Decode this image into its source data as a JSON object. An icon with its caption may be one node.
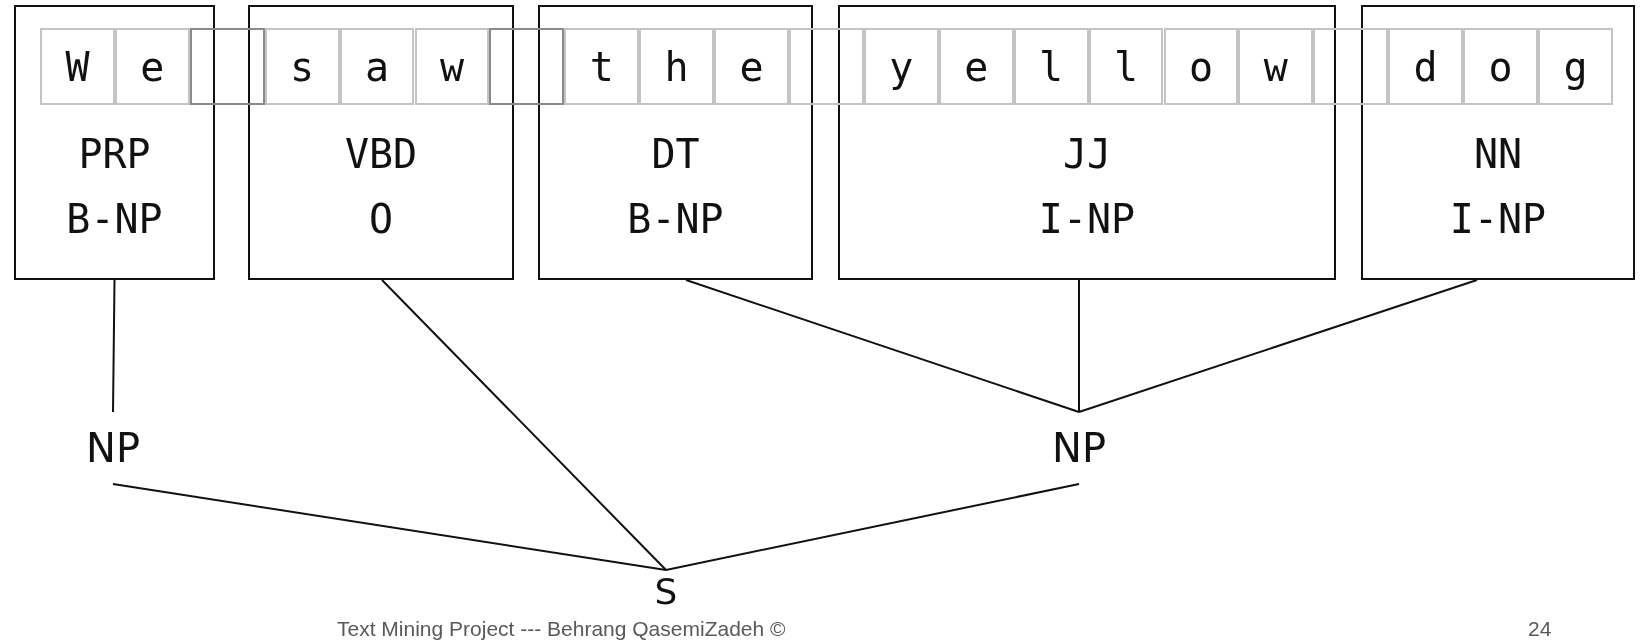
{
  "diagram": {
    "nodes": [
      {
        "text": [
          "PRP",
          "B-NP"
        ]
      },
      {
        "text": [
          "VBD",
          "O"
        ]
      },
      {
        "text": [
          "DT",
          "B-NP"
        ]
      },
      {
        "text": [
          "JJ",
          "I-NP"
        ]
      },
      {
        "text": [
          "NN",
          "I-NP"
        ]
      },
      {
        "text": [
          "W"
        ],
        "in": 0
      },
      {
        "text": [
          "e"
        ],
        "in": 0
      },
      {
        "text": [],
        "shape": "box"
      },
      {
        "text": [
          "s"
        ],
        "in": 1
      },
      {
        "text": [
          "a"
        ],
        "in": 1
      },
      {
        "text": [
          "w"
        ],
        "in": 1
      },
      {
        "text": [],
        "shape": "box"
      },
      {
        "text": [
          "t"
        ],
        "in": 2
      },
      {
        "text": [
          "h"
        ],
        "in": 2
      },
      {
        "text": [
          "e"
        ],
        "in": 2
      },
      {
        "text": [],
        "shape": "box"
      },
      {
        "text": [
          "y"
        ],
        "in": 3
      },
      {
        "text": [
          "e"
        ],
        "in": 3
      },
      {
        "text": [
          "l"
        ],
        "in": 3
      },
      {
        "text": [
          "l"
        ],
        "in": 3
      },
      {
        "text": [
          "o"
        ],
        "in": 3
      },
      {
        "text": [
          "w"
        ],
        "in": 3
      },
      {
        "text": [],
        "shape": "box"
      },
      {
        "text": [
          "d"
        ],
        "in": 4
      },
      {
        "text": [
          "o"
        ],
        "in": 4
      },
      {
        "text": [
          "g"
        ],
        "in": 4
      },
      {
        "text": [
          "NP"
        ]
      },
      {
        "text": [
          "NP"
        ]
      },
      {
        "text": [
          "S"
        ]
      }
    ],
    "edges": [
      {
        "from": 0,
        "to": 26,
        "arrow": "none"
      },
      {
        "from": 1,
        "to": 28,
        "arrow": "none"
      },
      {
        "from": 2,
        "to": 27,
        "arrow": "none"
      },
      {
        "from": 3,
        "to": 27,
        "arrow": "none"
      },
      {
        "from": 4,
        "to": 27,
        "arrow": "none"
      },
      {
        "from": 26,
        "to": 28,
        "arrow": "none"
      },
      {
        "from": 27,
        "to": 28,
        "arrow": "none"
      }
    ],
    "labels": [
      "Text Mining Project --- Behrang QasemiZadeh ©",
      "24"
    ]
  }
}
